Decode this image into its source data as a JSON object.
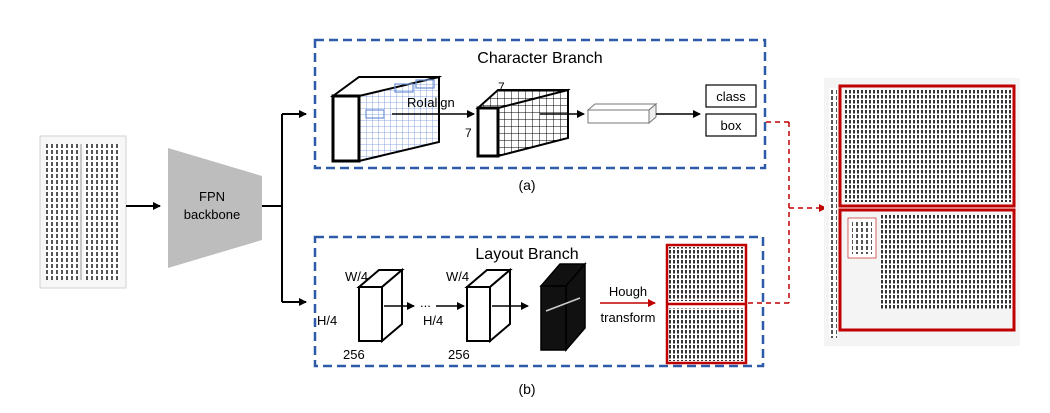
{
  "fpn": {
    "line1": "FPN",
    "line2": "backbone"
  },
  "character_branch": {
    "title": "Character Branch",
    "roi_label": "RoIalign",
    "dim_top": "7",
    "dim_left": "7",
    "outputs": {
      "class": "class",
      "box": "box"
    },
    "caption": "(a)"
  },
  "layout_branch": {
    "title": "Layout Branch",
    "block1": {
      "width_label": "W/4",
      "height_label": "H/4",
      "channels": "256"
    },
    "ellipsis": "...",
    "block2": {
      "width_label": "W/4",
      "height_label": "H/4",
      "channels": "256"
    },
    "hough_line1": "Hough",
    "hough_line2": "transform",
    "caption": "(b)"
  },
  "colors": {
    "branch_border": "#2f5aa8",
    "fpn_fill": "#bdbdbd",
    "highlight_red": "#c00000",
    "grid_blue": "#6d8fd8",
    "dark_mask": "#111111"
  }
}
